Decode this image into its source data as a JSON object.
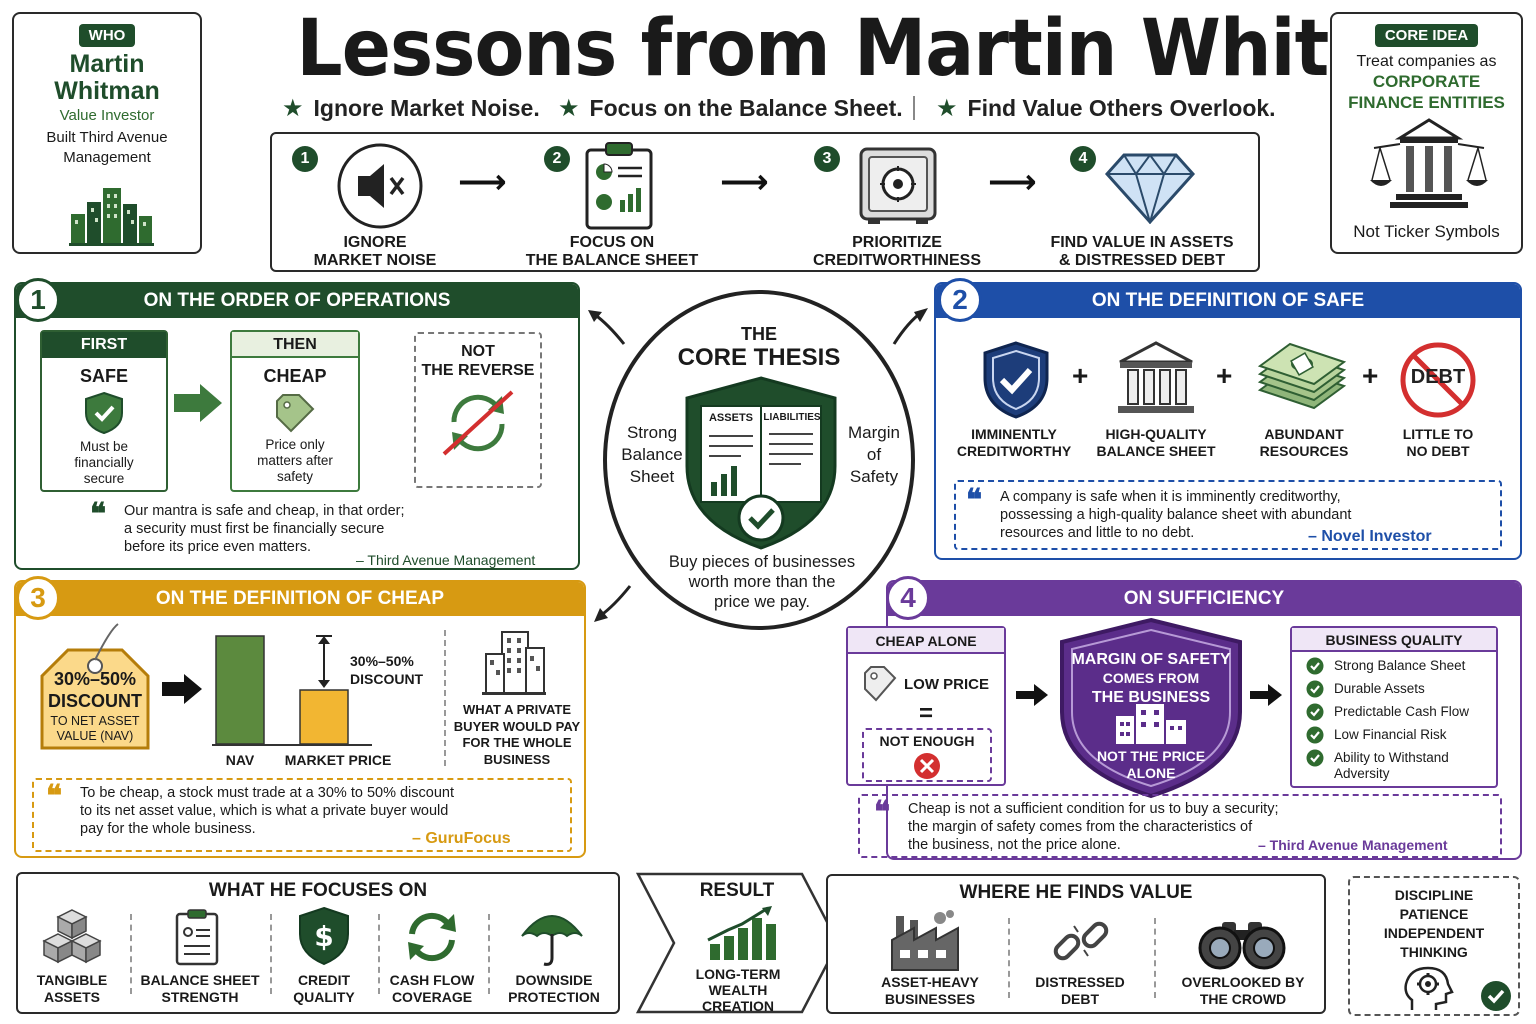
{
  "title": "Lessons from Martin Whitman",
  "taglines": [
    "Ignore Market Noise.",
    "Focus on the Balance Sheet.",
    "Find Value Others Overlook."
  ],
  "who": {
    "badge": "WHO",
    "name_line1": "Martin",
    "name_line2": "Whitman",
    "role": "Value Investor",
    "desc_line1": "Built Third Avenue",
    "desc_line2": "Management"
  },
  "core_idea": {
    "badge": "CORE IDEA",
    "line1": "Treat companies as",
    "line2": "CORPORATE",
    "line3": "FINANCE ENTITIES",
    "footer": "Not Ticker Symbols"
  },
  "steps": [
    {
      "num": "1",
      "line1": "IGNORE",
      "line2": "MARKET NOISE",
      "icon": "mute-speaker-icon"
    },
    {
      "num": "2",
      "line1": "FOCUS ON",
      "line2": "THE BALANCE SHEET",
      "icon": "clipboard-chart-icon"
    },
    {
      "num": "3",
      "line1": "PRIORITIZE",
      "line2": "CREDITWORTHINESS",
      "icon": "safe-icon"
    },
    {
      "num": "4",
      "line1": "FIND VALUE IN ASSETS",
      "line2": "& DISTRESSED DEBT",
      "icon": "diamond-icon"
    }
  ],
  "core_thesis": {
    "top_line1": "THE",
    "top_line2": "CORE THESIS",
    "left_line1": "Strong",
    "left_line2": "Balance",
    "left_line3": "Sheet",
    "right_line1": "Margin",
    "right_line2": "of",
    "right_line3": "Safety",
    "assets": "ASSETS",
    "liabilities": "LIABILITIES",
    "bottom_line1": "Buy pieces of businesses",
    "bottom_line2": "worth more than the",
    "bottom_line3": "price we pay."
  },
  "section1": {
    "num": "1",
    "title": "ON THE ORDER OF OPERATIONS",
    "first_head": "FIRST",
    "first_word": "SAFE",
    "first_desc1": "Must be",
    "first_desc2": "financially",
    "first_desc3": "secure",
    "then_head": "THEN",
    "then_word": "CHEAP",
    "then_desc1": "Price only",
    "then_desc2": "matters after",
    "then_desc3": "safety",
    "not_line1": "NOT",
    "not_line2": "THE REVERSE",
    "quote_line1": "Our mantra is safe and cheap, in that order;",
    "quote_line2": "a security must first be financially secure",
    "quote_line3": "before its price even matters.",
    "source": "– Third Avenue Management"
  },
  "section2": {
    "num": "2",
    "title": "ON THE DEFINITION OF SAFE",
    "items": [
      {
        "line1": "IMMINENTLY",
        "line2": "CREDITWORTHY"
      },
      {
        "line1": "HIGH-QUALITY",
        "line2": "BALANCE SHEET"
      },
      {
        "line1": "ABUNDANT",
        "line2": "RESOURCES"
      },
      {
        "line1": "LITTLE TO",
        "line2": "NO DEBT"
      }
    ],
    "debt_word": "DEBT",
    "plus": "+",
    "quote_line1": "A company is safe when it is imminently creditworthy,",
    "quote_line2": "possessing a high-quality balance sheet with abundant",
    "quote_line3": "resources and little to no debt.",
    "source": "– Novel Investor"
  },
  "section3": {
    "num": "3",
    "title": "ON THE DEFINITION OF CHEAP",
    "tag_line1": "30%–50%",
    "tag_line2": "DISCOUNT",
    "tag_line3": "TO NET ASSET",
    "tag_line4": "VALUE (NAV)",
    "discount_line1": "30%–50%",
    "discount_line2": "DISCOUNT",
    "bar_nav": "NAV",
    "bar_market": "MARKET PRICE",
    "private_line1": "WHAT A PRIVATE",
    "private_line2": "BUYER WOULD PAY",
    "private_line3": "FOR THE WHOLE",
    "private_line4": "BUSINESS",
    "quote_line1": "To be cheap, a stock must trade at a 30% to 50% discount",
    "quote_line2": "to its net asset value, which is what a private buyer would",
    "quote_line3": "pay for the whole business.",
    "source": "– GuruFocus"
  },
  "section4": {
    "num": "4",
    "title": "ON SUFFICIENCY",
    "cheap_head": "CHEAP ALONE",
    "low_price": "LOW PRICE",
    "equals": "=",
    "not_enough": "NOT ENOUGH",
    "shield_line1": "MARGIN OF SAFETY",
    "shield_line2": "COMES FROM",
    "shield_line3": "THE BUSINESS",
    "shield_line4": "NOT THE PRICE",
    "shield_line5": "ALONE",
    "quality_head": "BUSINESS QUALITY",
    "quality_items": [
      "Strong Balance Sheet",
      "Durable Assets",
      "Predictable Cash Flow",
      "Low Financial Risk",
      "Ability to Withstand"
    ],
    "quality_last_cont": "Adversity",
    "quote_line1": "Cheap is not a sufficient condition for us to buy a security;",
    "quote_line2": "the margin of safety comes from the characteristics of",
    "quote_line3": "the business, not the price alone.",
    "source": "– Third Avenue Management"
  },
  "focuses": {
    "title": "WHAT HE FOCUSES ON",
    "items": [
      {
        "line1": "TANGIBLE",
        "line2": "ASSETS"
      },
      {
        "line1": "BALANCE SHEET",
        "line2": "STRENGTH"
      },
      {
        "line1": "CREDIT",
        "line2": "QUALITY"
      },
      {
        "line1": "CASH FLOW",
        "line2": "COVERAGE"
      },
      {
        "line1": "DOWNSIDE",
        "line2": "PROTECTION"
      }
    ]
  },
  "result": {
    "title": "RESULT",
    "line1": "LONG-TERM",
    "line2": "WEALTH",
    "line3": "CREATION"
  },
  "finds": {
    "title": "WHERE HE FINDS VALUE",
    "items": [
      {
        "line1": "ASSET-HEAVY",
        "line2": "BUSINESSES"
      },
      {
        "line1": "DISTRESSED",
        "line2": "DEBT"
      },
      {
        "line1": "OVERLOOKED BY",
        "line2": "THE CROWD"
      }
    ]
  },
  "discipline": {
    "line1": "DISCIPLINE",
    "line2": "PATIENCE",
    "line3": "INDEPENDENT",
    "line4": "THINKING"
  },
  "colors": {
    "dark_green": "#1f4d2b",
    "green": "#2f6b2f",
    "blue": "#1e4fa8",
    "gold": "#d79a12",
    "purple": "#6a3a9a",
    "red": "#d32f2f"
  }
}
